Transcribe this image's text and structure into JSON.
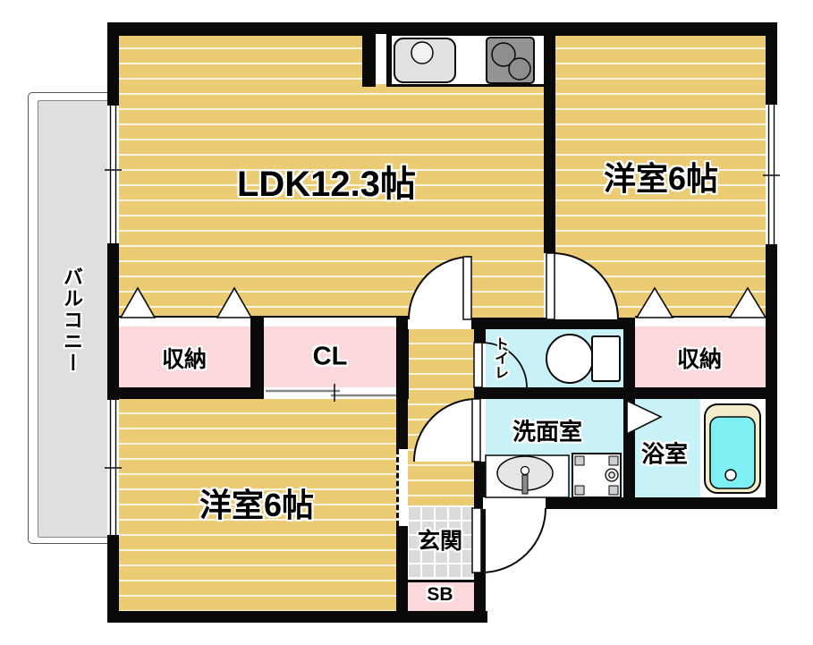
{
  "title": "2LDK apartment floor plan",
  "labels": {
    "ldk": "LDK12.3帖",
    "western_top": "洋室6帖",
    "western_bottom": "洋室6帖",
    "balcony": "バルコニー",
    "storage_left": "収納",
    "storage_right": "収納",
    "closet": "CL",
    "toilet": "トイレ",
    "washroom": "洗面室",
    "bathroom": "浴室",
    "entrance": "玄関",
    "shoebox": "SB"
  },
  "palette": {
    "wall": "#0A0A0A",
    "wood_floor": "#EBCB73",
    "wood_stripe": "#F7ECC4",
    "closet_pink": "#FBD8DB",
    "wet_area_cyan": "#C9F2F8",
    "bathtub_water": "#7EEFF2",
    "bathtub_rim": "#F3EDCB",
    "balcony_gray": "#DFDFDF",
    "entrance_tile": "#DBDBDB"
  },
  "fixtures": {
    "kitchen_sink": "kitchen-sink-icon",
    "stove": "stove-icon",
    "toilet": "toilet-icon",
    "washbasin": "washbasin-icon",
    "washing_machine": "washing-machine-icon",
    "bathtub": "bathtub-icon"
  }
}
